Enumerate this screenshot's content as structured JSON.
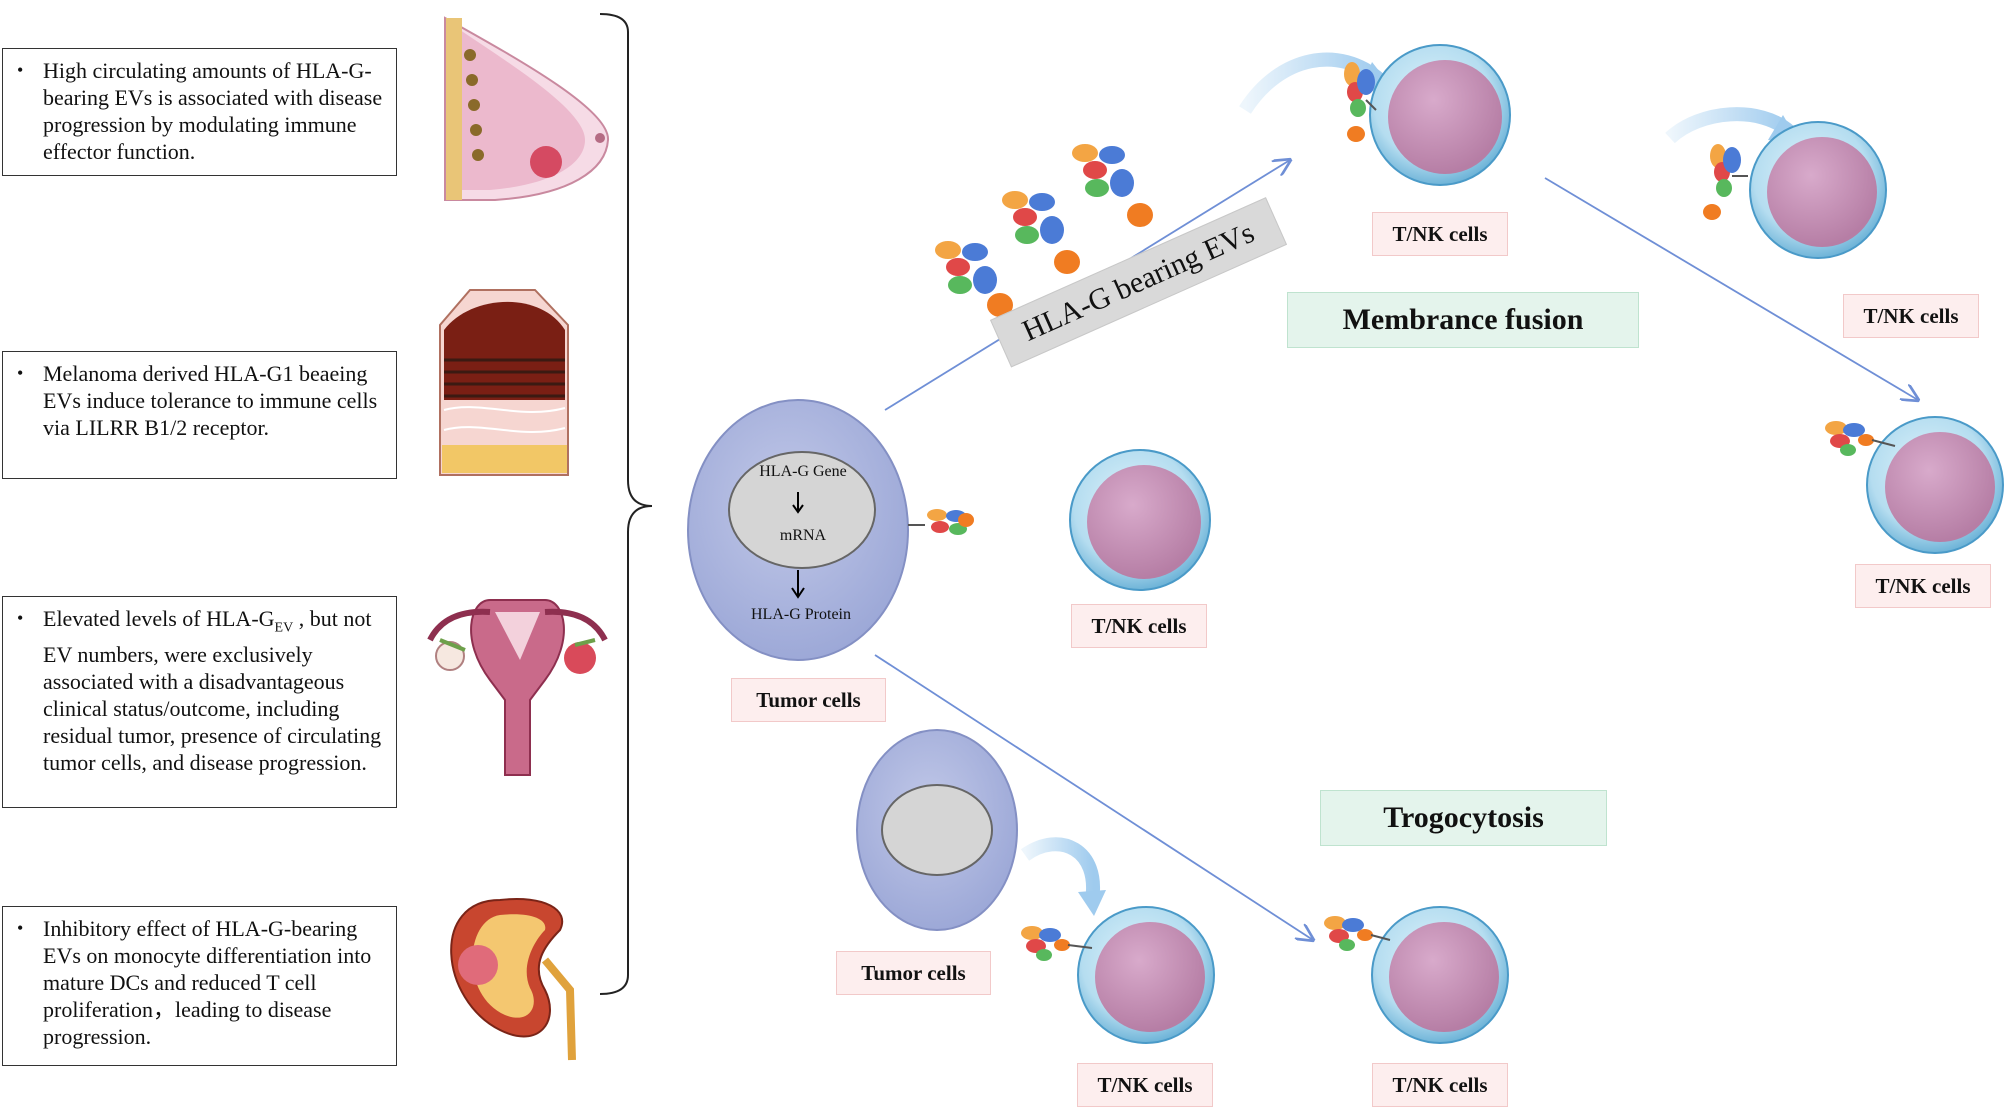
{
  "left_panel": {
    "notes": [
      {
        "bullet": "•",
        "text": "High circulating amounts of HLA-G-bearing EVs is associated with disease progression by modulating immune effector function."
      },
      {
        "bullet": "•",
        "text": "Melanoma derived HLA-G1 beaeing EVs induce tolerance to immune cells via LILRR B1/2 receptor."
      },
      {
        "bullet": "•",
        "text_before_sub": "Elevated levels of HLA-G",
        "subscript": "EV",
        "text_after_sub": " , but not EV numbers, were exclusively associated with a disadvantageous clinical status/outcome, including residual tumor, presence of circulating tumor cells, and disease progression."
      },
      {
        "bullet": "•",
        "text": "Inhibitory effect of HLA-G-bearing EVs on monocyte differentiation into mature DCs and reduced T cell proliferation，leading to disease progression."
      }
    ]
  },
  "tumor": {
    "gene": "HLA-G Gene",
    "mrna": "mRNA",
    "protein": "HLA-G Protein",
    "label": "Tumor cells"
  },
  "pathways": {
    "ev_banner": "HLA-G bearing EVs",
    "membrane_fusion": "Membrance  fusion",
    "trogocytosis": "Trogocytosis"
  },
  "cell_labels": {
    "tnk_top": "T/NK  cells",
    "tnk_right_upper": "T/NK  cells",
    "tnk_right_lower": "T/NK  cells",
    "tnk_middle": "T/NK  cells",
    "tumor_bottom": "Tumor  cells",
    "tnk_bottom_left": "T/NK  cells",
    "tnk_bottom_right": "T/NK  cells"
  },
  "colors": {
    "cell_outer": "#b9dff1",
    "cell_inner": "#c795b9",
    "tumor_outer": "#aab4dc",
    "tumor_nucleus": "#d5d5d5",
    "arrow_line": "#6f8fd6",
    "label_fill": "#fdeeee",
    "process_fill": "#e4f4ec"
  }
}
